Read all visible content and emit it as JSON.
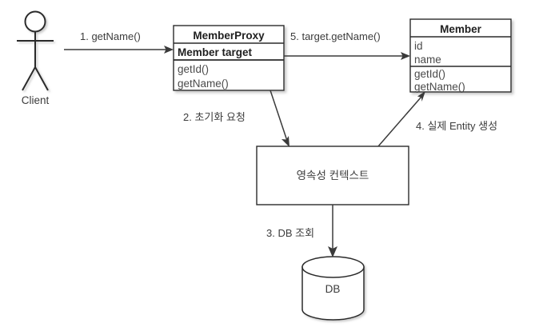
{
  "diagram": {
    "title": "JPA Proxy Lazy Loading Sequence",
    "colors": {
      "stroke": "#2b2b2b",
      "edge": "#3a3a3a",
      "text": "#3c3c3c",
      "background": "#ffffff"
    },
    "actor": {
      "name": "client-actor",
      "label": "Client"
    },
    "classes": [
      {
        "id": "member-proxy",
        "title": "MemberProxy",
        "attributes": [
          "Member target"
        ],
        "methods": [
          "getId()",
          "getName()"
        ]
      },
      {
        "id": "member",
        "title": "Member",
        "attributes": [
          "id",
          "name"
        ],
        "methods": [
          "getId()",
          "getName()"
        ]
      }
    ],
    "nodes": [
      {
        "id": "persistence-context",
        "label": "영속성 컨텍스트"
      },
      {
        "id": "database",
        "label": "DB"
      }
    ],
    "edges": [
      {
        "id": "edge-1",
        "label": "1. getName()",
        "from": "client-actor",
        "to": "member-proxy"
      },
      {
        "id": "edge-2",
        "label": "2. 초기화 요청",
        "from": "member-proxy",
        "to": "persistence-context"
      },
      {
        "id": "edge-3",
        "label": "3. DB 조회",
        "from": "persistence-context",
        "to": "database"
      },
      {
        "id": "edge-4",
        "label": "4. 실제 Entity 생성",
        "from": "persistence-context",
        "to": "member"
      },
      {
        "id": "edge-5",
        "label": "5. target.getName()",
        "from": "member-proxy",
        "to": "member"
      }
    ]
  }
}
